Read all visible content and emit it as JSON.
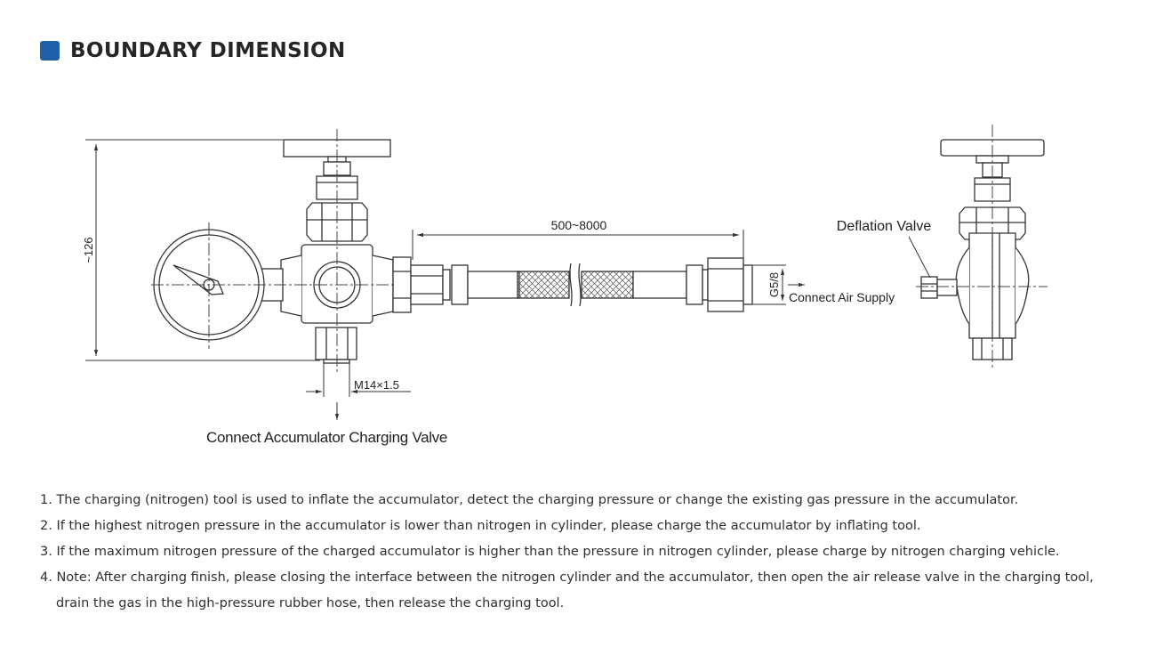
{
  "header": {
    "title": "BOUNDARY DIMENSION",
    "accent_color": "#1f5fa8"
  },
  "drawing": {
    "labels": {
      "height_dim": "~126",
      "hose_length": "500~8000",
      "deflation_valve": "Deflation Valve",
      "thread_g": "G5/8",
      "connect_air": "Connect Air Supply",
      "thread_m": "M14×1.5",
      "connect_valve": "Connect Accumulator Charging Valve"
    }
  },
  "notes": [
    "1. The charging (nitrogen) tool is used to inflate the accumulator, detect the charging pressure or change the existing gas pressure in the accumulator.",
    "2. If the highest nitrogen pressure in the accumulator is lower than  nitrogen in cylinder, please charge the accumulator by inflating tool.",
    "3. If the maximum nitrogen pressure of the charged accumulator is higher than the pressure in nitrogen cylinder, please charge by nitrogen charging vehicle.",
    "4. Note: After charging finish, please closing the interface between the nitrogen cylinder and the accumulator, then open the air release valve in the charging tool,",
    "drain the gas in the high-pressure rubber hose, then release the charging tool."
  ]
}
